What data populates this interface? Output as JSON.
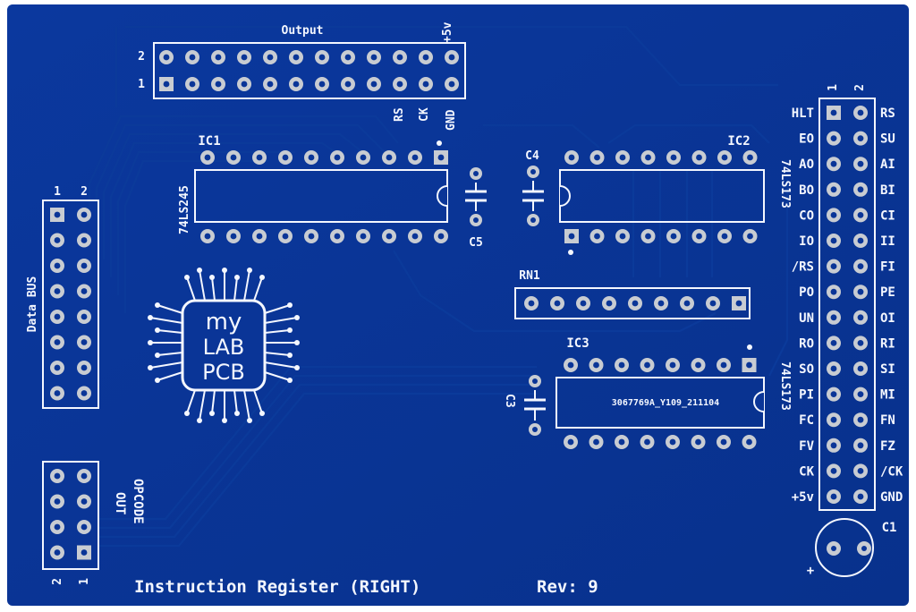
{
  "board": {
    "title": "Instruction Register (RIGHT)",
    "revision": "Rev: 9",
    "colors": {
      "pcb": "#0a3597",
      "pcb_dark": "#072a78",
      "silk": "#f4f7ff",
      "pad": "#c8ccd2"
    }
  },
  "output_header": {
    "label": "Output",
    "row_numbers": [
      "2",
      "1"
    ],
    "pin_labels": [
      "RS",
      "CK",
      "GND"
    ],
    "power_label": "+5v"
  },
  "data_bus": {
    "label": "Data BUS",
    "col_numbers": [
      "1",
      "2"
    ]
  },
  "opcode_out": {
    "label1": "OPCODE",
    "label2": "OUT",
    "col_numbers": [
      "2",
      "1"
    ]
  },
  "ics": {
    "ic1": {
      "ref": "IC1",
      "part": "74LS245"
    },
    "ic2": {
      "ref": "IC2",
      "part": "74LS173"
    },
    "ic3": {
      "ref": "IC3",
      "part": "74LS173",
      "marking": "3067769A_Y109_211104"
    }
  },
  "resistor_network": {
    "ref": "RN1"
  },
  "capacitors": {
    "c1": "C1",
    "c3": "C3",
    "c4": "C4",
    "c5": "C5"
  },
  "polarity_mark": "+",
  "logo": {
    "line1": "my",
    "line2": "LAB",
    "line3": "PCB"
  },
  "control_header": {
    "col_numbers": [
      "1",
      "2"
    ],
    "left_labels": [
      "HLT",
      "EO",
      "AO",
      "BO",
      "CO",
      "IO",
      "/RS",
      "PO",
      "UN",
      "RO",
      "SO",
      "PI",
      "FC",
      "FV",
      "CK",
      "+5v"
    ],
    "right_labels": [
      "RS",
      "SU",
      "AI",
      "BI",
      "CI",
      "II",
      "FI",
      "PE",
      "OI",
      "RI",
      "SI",
      "MI",
      "FN",
      "FZ",
      "/CK",
      "GND"
    ]
  }
}
